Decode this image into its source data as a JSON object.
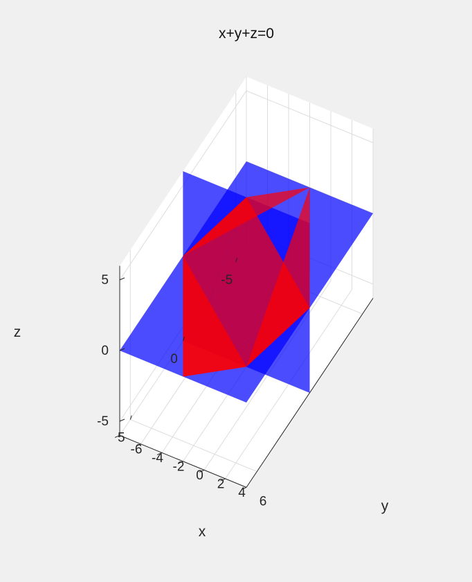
{
  "chart_data": {
    "type": "3d-surface",
    "title": "x+y+z=0",
    "xlabel": "x",
    "ylabel": "y",
    "zlabel": "z",
    "xlim": [
      -6,
      6
    ],
    "ylim": [
      -6,
      6
    ],
    "zlim": [
      -6,
      6
    ],
    "x_ticks": [
      {
        "v": 5,
        "label": "5"
      },
      {
        "v": 0,
        "label": "0"
      },
      {
        "v": -5,
        "label": "-5"
      }
    ],
    "y_ticks": [
      {
        "v": -6,
        "label": "-6"
      },
      {
        "v": -4,
        "label": "-4"
      },
      {
        "v": -2,
        "label": "-2"
      },
      {
        "v": 0,
        "label": "0"
      },
      {
        "v": 2,
        "label": "2"
      },
      {
        "v": 4,
        "label": "4"
      },
      {
        "v": 6,
        "label": "6"
      }
    ],
    "z_ticks": [
      {
        "v": 5,
        "label": "5"
      },
      {
        "v": 0,
        "label": "0"
      },
      {
        "v": -5,
        "label": "-5"
      }
    ],
    "grid": true,
    "colors": {
      "plane": "#0000ff",
      "solid": "#ff0000",
      "background": "#f0f0f0",
      "axes_face": "#ffffff"
    },
    "surfaces": [
      {
        "name": "plane-z0",
        "color": "#0000ff",
        "opacity": 0.7,
        "vertices": [
          [
            6,
            -6,
            0
          ],
          [
            6,
            6,
            0
          ],
          [
            -6,
            6,
            0
          ],
          [
            -6,
            -6,
            0
          ]
        ]
      },
      {
        "name": "plane-x0",
        "color": "#0000ff",
        "opacity": 0.7,
        "vertices": [
          [
            0,
            -6,
            -6
          ],
          [
            0,
            6,
            -6
          ],
          [
            0,
            6,
            6
          ],
          [
            0,
            -6,
            6
          ]
        ]
      },
      {
        "name": "solid-face-1",
        "color": "#ff0000",
        "opacity": 0.7,
        "vertices": [
          [
            6,
            0,
            0
          ],
          [
            0,
            -6,
            0
          ],
          [
            0,
            0,
            6
          ]
        ]
      },
      {
        "name": "solid-face-2",
        "color": "#ff0000",
        "opacity": 0.7,
        "vertices": [
          [
            -6,
            0,
            0
          ],
          [
            0,
            -6,
            0
          ],
          [
            0,
            0,
            6
          ]
        ]
      },
      {
        "name": "solid-face-3",
        "color": "#ff0000",
        "opacity": 0.7,
        "vertices": [
          [
            6,
            0,
            0
          ],
          [
            0,
            6,
            0
          ],
          [
            0,
            0,
            -6
          ]
        ]
      },
      {
        "name": "solid-face-4",
        "color": "#ff0000",
        "opacity": 0.7,
        "vertices": [
          [
            -6,
            0,
            0
          ],
          [
            0,
            6,
            0
          ],
          [
            0,
            0,
            -6
          ]
        ]
      },
      {
        "name": "solid-face-5",
        "color": "#ff0000",
        "opacity": 0.7,
        "vertices": [
          [
            6,
            0,
            0
          ],
          [
            0,
            0,
            6
          ],
          [
            0,
            6,
            0
          ]
        ]
      },
      {
        "name": "solid-face-6",
        "color": "#ff0000",
        "opacity": 0.7,
        "vertices": [
          [
            6,
            0,
            0
          ],
          [
            0,
            0,
            -6
          ],
          [
            0,
            -6,
            0
          ]
        ]
      }
    ]
  }
}
